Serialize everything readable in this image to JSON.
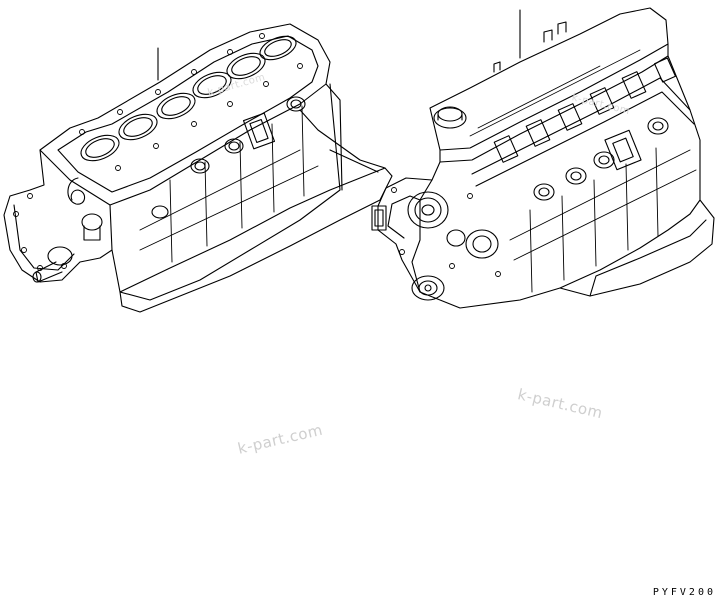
{
  "watermarks": [
    "k-part.com",
    "k-part.com",
    "k-part.com",
    "k-part.com"
  ],
  "drawing_code": "PYFV200",
  "colors": {
    "line": "#000000",
    "background": "#ffffff",
    "watermark": "#cfcfcf"
  }
}
